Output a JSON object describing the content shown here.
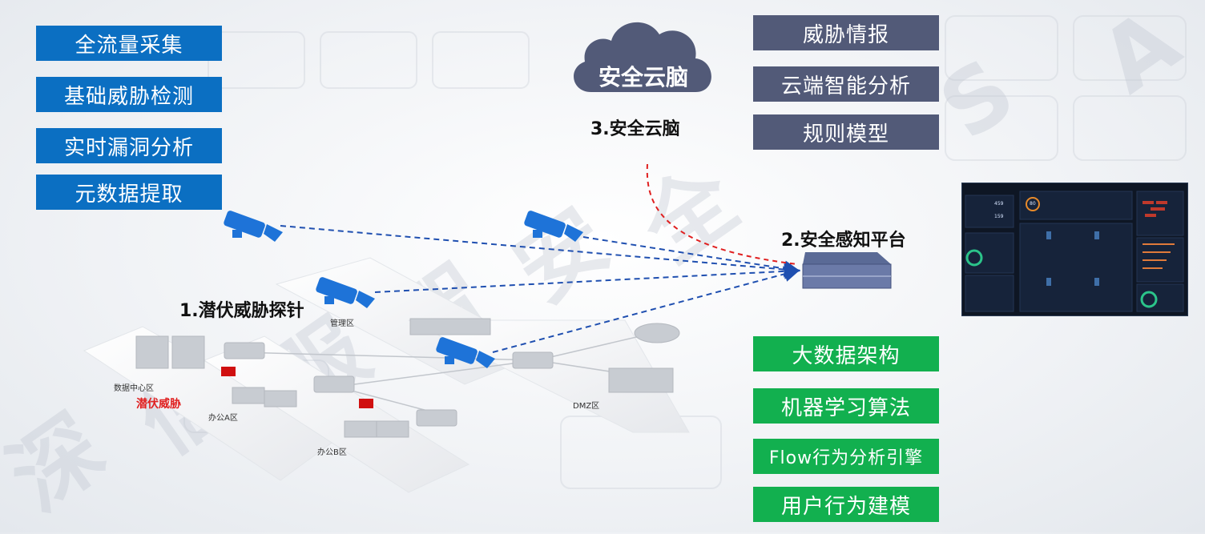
{
  "left_features": [
    "全流量采集",
    "基础威胁检测",
    "实时漏洞分析",
    "元数据提取"
  ],
  "cloud": {
    "title": "安全云脑",
    "caption": "3.安全云脑"
  },
  "cloud_features": [
    "威胁情报",
    "云端智能分析",
    "规则模型"
  ],
  "platform": {
    "title": "2.安全感知平台"
  },
  "platform_features": [
    "大数据架构",
    "机器学习算法",
    "Flow行为分析引擎",
    "用户行为建模"
  ],
  "probe": {
    "title": "1.潜伏威胁探针"
  },
  "zones": {
    "mgmt": "管理区",
    "datacenter": "数据中心区",
    "office_a": "办公A区",
    "office_b": "办公B区",
    "dmz": "DMZ区"
  },
  "threat": {
    "label": "潜伏威胁"
  },
  "dashboard": {
    "stat1": "459",
    "stat2": "159",
    "score": "80"
  },
  "watermark": [
    "深",
    "信",
    "服",
    "智",
    "安",
    "全",
    "S",
    "A"
  ],
  "colors": {
    "blue": "#0b6fc2",
    "slate": "#525a78",
    "green": "#12b04f",
    "alert": "#e02020",
    "arrow_blue": "#1f4fb0",
    "arrow_red": "#e02020"
  }
}
